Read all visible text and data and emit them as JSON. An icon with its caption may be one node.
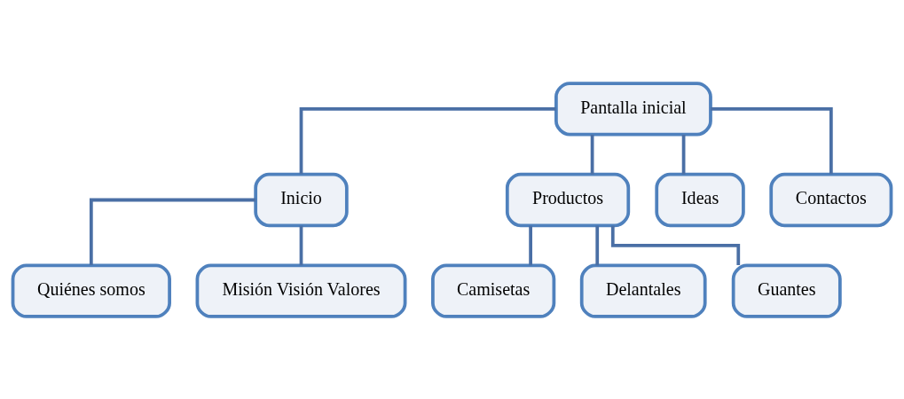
{
  "diagram": {
    "nodes": [
      {
        "text": [
          "Pantalla inicial"
        ]
      },
      {
        "text": [
          "Inicio"
        ]
      },
      {
        "text": [
          "Productos"
        ]
      },
      {
        "text": [
          "Ideas"
        ]
      },
      {
        "text": [
          "Contactos"
        ]
      },
      {
        "text": [
          "Quiénes somos"
        ]
      },
      {
        "text": [
          "Misión Visión Valores"
        ]
      },
      {
        "text": [
          "Camisetas"
        ]
      },
      {
        "text": [
          "Delantales"
        ]
      },
      {
        "text": [
          "Guantes"
        ]
      }
    ],
    "edges": [
      {
        "from": 0,
        "to": 1,
        "arrow": "none"
      },
      {
        "from": 0,
        "to": 2,
        "arrow": "none"
      },
      {
        "from": 0,
        "to": 3,
        "arrow": "none"
      },
      {
        "from": 0,
        "to": 4,
        "arrow": "none"
      },
      {
        "from": 1,
        "to": 5,
        "arrow": "none"
      },
      {
        "from": 1,
        "to": 6,
        "arrow": "none"
      },
      {
        "from": 2,
        "to": 7,
        "arrow": "none"
      },
      {
        "from": 2,
        "to": 8,
        "arrow": "none"
      },
      {
        "from": 2,
        "to": 9,
        "arrow": "none"
      }
    ]
  }
}
